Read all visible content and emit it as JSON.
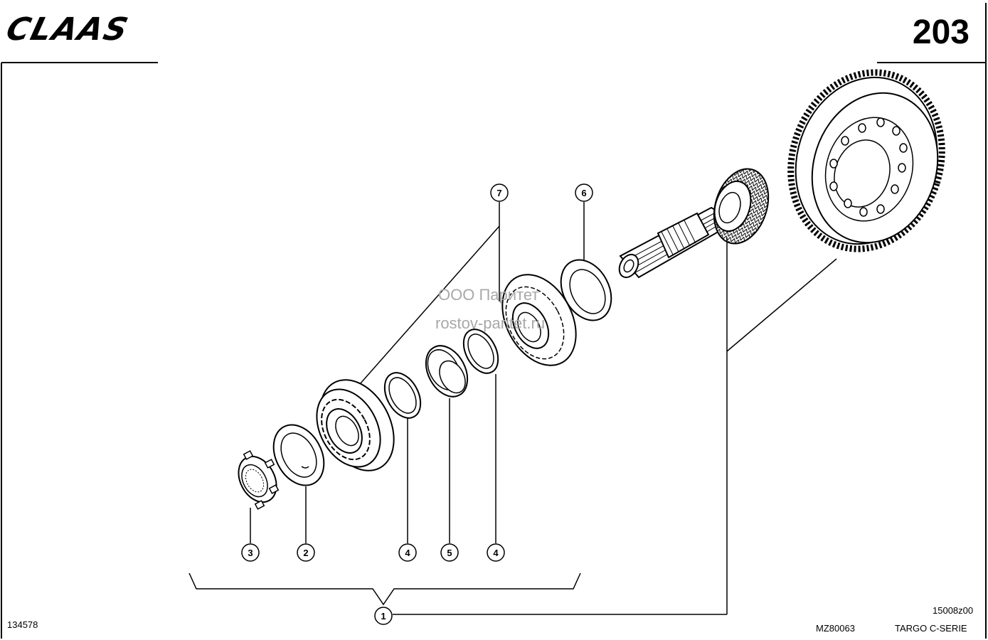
{
  "header": {
    "brand": "CLAAS",
    "page_number": "203"
  },
  "footer": {
    "drawing_number": "134578",
    "model_code": "MZ80063",
    "series": "TARGO C-SERIE",
    "sheet_code": "15008z00"
  },
  "watermark": {
    "line1": "ООО Паритет",
    "line2": "rostov-paritet.ru"
  },
  "callouts": [
    {
      "id": "c1",
      "label": "1"
    },
    {
      "id": "c2",
      "label": "2"
    },
    {
      "id": "c3",
      "label": "3"
    },
    {
      "id": "c4a",
      "label": "4"
    },
    {
      "id": "c4b",
      "label": "4"
    },
    {
      "id": "c5",
      "label": "5"
    },
    {
      "id": "c6",
      "label": "6"
    },
    {
      "id": "c7",
      "label": "7"
    }
  ]
}
